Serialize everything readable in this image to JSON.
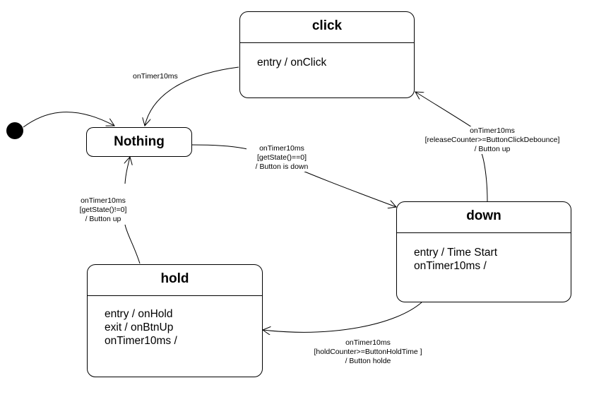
{
  "states": {
    "click": {
      "name": "click",
      "actions": [
        "entry / onClick"
      ]
    },
    "nothing": {
      "name": "Nothing"
    },
    "down": {
      "name": "down",
      "actions": [
        "entry / Time Start",
        "onTimer10ms /"
      ]
    },
    "hold": {
      "name": "hold",
      "actions": [
        "entry / onHold",
        "exit / onBtnUp",
        "onTimer10ms /"
      ]
    }
  },
  "transitions": {
    "click_to_nothing": {
      "lines": [
        "onTimer10ms"
      ]
    },
    "nothing_to_down": {
      "lines": [
        "onTimer10ms",
        "[getState()==0]",
        "/ Button is down"
      ]
    },
    "down_to_click": {
      "lines": [
        "onTimer10ms",
        "[releaseCounter>=ButtonClickDebounce]",
        "/ Button up"
      ]
    },
    "hold_to_nothing": {
      "lines": [
        "onTimer10ms",
        "[getState()!=0]",
        "/ Button up"
      ]
    },
    "down_to_hold": {
      "lines": [
        "onTimer10ms",
        "[holdCounter>=ButtonHoldTime ]",
        "/ Button holde"
      ]
    }
  }
}
